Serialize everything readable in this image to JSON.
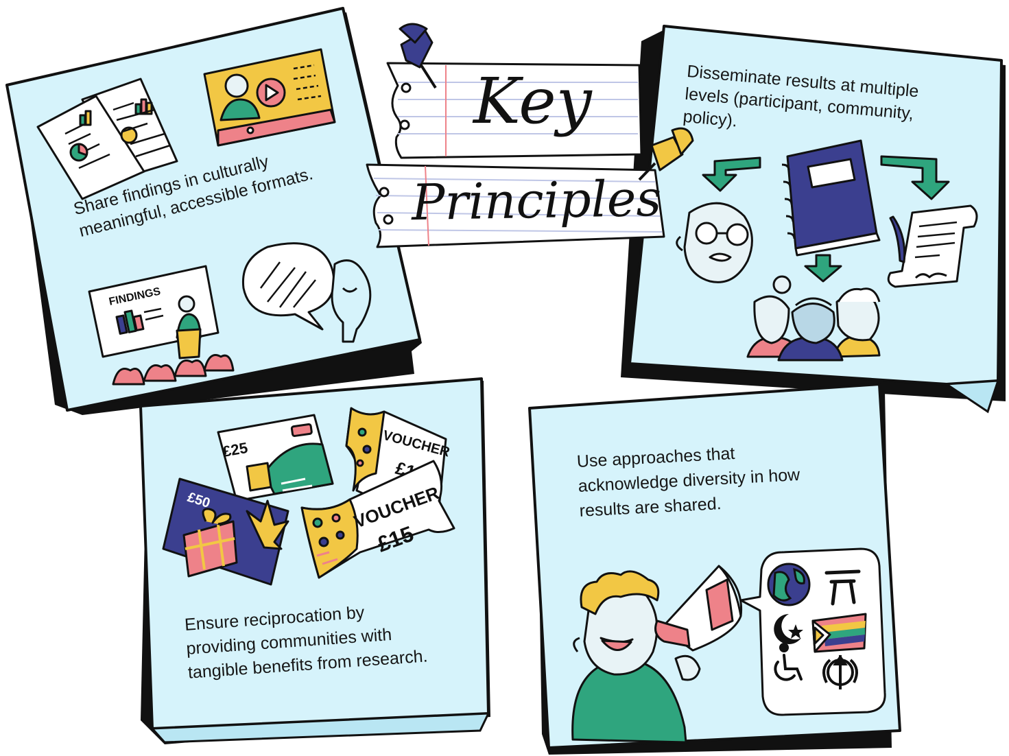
{
  "title": {
    "line1": "Key",
    "line2": "Principles"
  },
  "notes": {
    "share": {
      "text_lines": [
        "Share findings in culturally",
        "meaningful, accessible formats."
      ],
      "findings_board": "FINDINGS"
    },
    "disseminate": {
      "text_lines": [
        "Disseminate results at multiple",
        "levels (participant, community,",
        "policy)."
      ]
    },
    "reciprocation": {
      "text_lines": [
        "Ensure reciprocation by",
        "providing communities with",
        "tangible benefits from research."
      ],
      "card_25": "£25",
      "card_50": "£50",
      "voucher_back_title": "VOUCHER",
      "voucher_back_amount": "£15",
      "voucher_front_title": "VOUCHER",
      "voucher_front_amount": "£15"
    },
    "diversity": {
      "text_lines": [
        "Use approaches that",
        "acknowledge diversity in how",
        "results are shared."
      ]
    }
  },
  "colors": {
    "note_fill": "#d6f3fb",
    "outline": "#111111",
    "teal_accent": "#2fa57e",
    "navy": "#3b3f8f",
    "mustard": "#f2c744",
    "coral": "#ee8289",
    "skin": "#e8f3f6"
  },
  "icons": [
    "document-chart-icon",
    "video-player-icon",
    "findings-presentation-icon",
    "speech-bubble-icon",
    "thumbs-up-icon",
    "pushpin-icon",
    "notebook-icon",
    "arrow-icon",
    "elder-face-icon",
    "scroll-document-icon",
    "community-group-icon",
    "gift-card-icon",
    "voucher-icon",
    "megaphone-icon",
    "globe-icon",
    "torii-gate-icon",
    "crescent-star-icon",
    "wheelchair-icon",
    "pride-flag-icon",
    "khanda-icon"
  ]
}
